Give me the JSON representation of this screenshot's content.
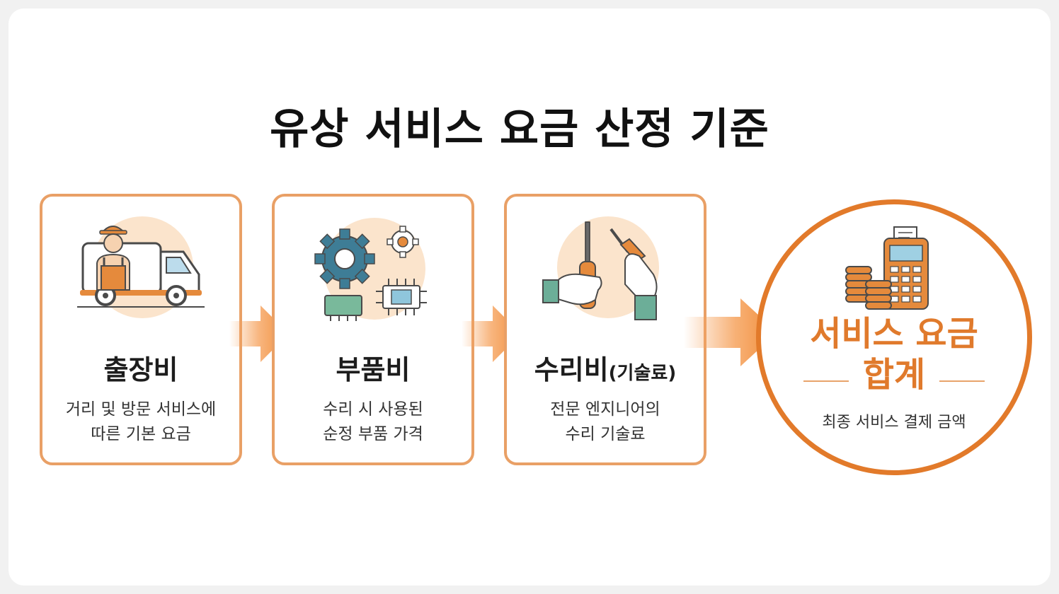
{
  "title": "유상 서비스 요금 산정 기준",
  "colors": {
    "accent": "#e07a2c",
    "card_border": "#e9a066",
    "illus_bg": "#fbe4cc",
    "text": "#111111"
  },
  "steps": [
    {
      "icon": "service-van-technician-icon",
      "title": "출장비",
      "title_suffix": "",
      "desc_lines": [
        "거리 및 방문 서비스에",
        "따른 기본 요금"
      ]
    },
    {
      "icon": "gears-chip-icon",
      "title": "부품비",
      "title_suffix": "",
      "desc_lines": [
        "수리 시 사용된",
        "순정 부품 가격"
      ]
    },
    {
      "icon": "hands-screwdriver-icon",
      "title": "수리비",
      "title_suffix": "(기술료)",
      "desc_lines": [
        "전문 엔지니어의",
        "수리 기술료"
      ]
    }
  ],
  "total": {
    "icon": "coins-payment-terminal-icon",
    "title_lines": [
      "서비스 요금",
      "합계"
    ],
    "desc": "최종 서비스 결제 금액"
  }
}
